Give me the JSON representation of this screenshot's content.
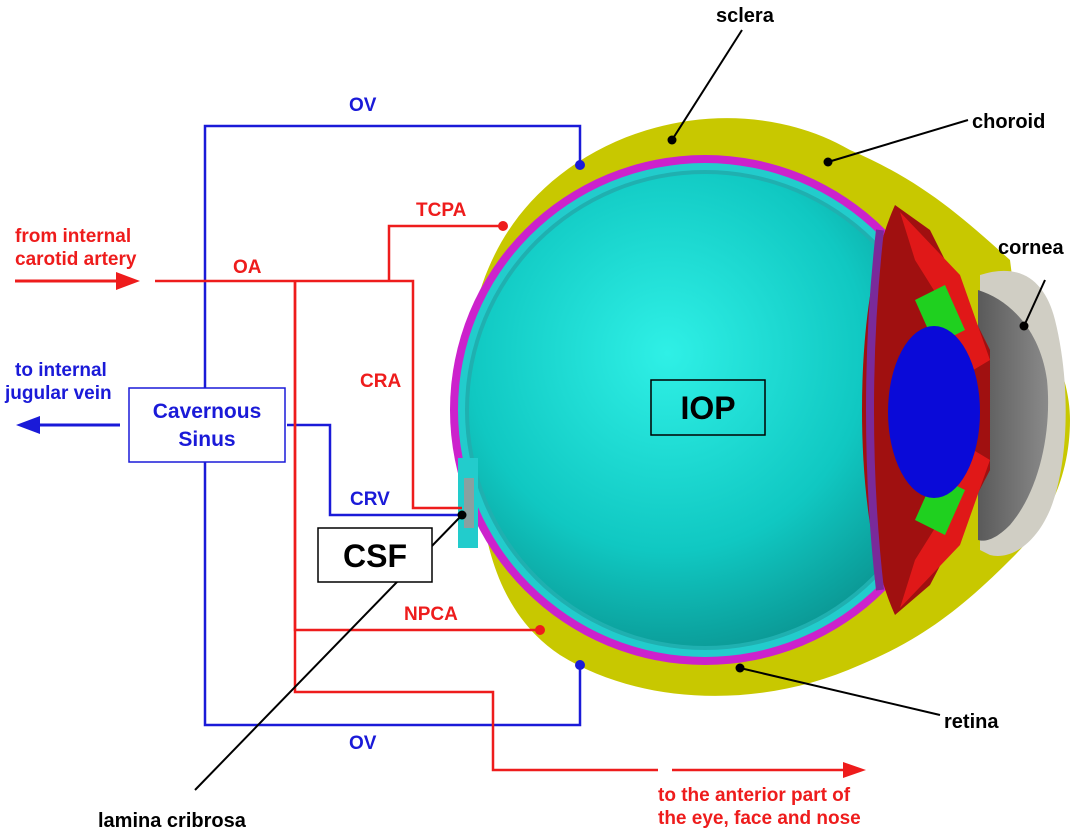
{
  "labels": {
    "sclera": "sclera",
    "choroid": "choroid",
    "cornea": "cornea",
    "retina": "retina",
    "lamina_cribrosa": "lamina cribrosa",
    "iop": "IOP",
    "csf": "CSF"
  },
  "vessels": {
    "ov_top": "OV",
    "ov_bottom": "OV",
    "tcpa": "TCPA",
    "oa": "OA",
    "cra": "CRA",
    "crv": "CRV",
    "npca": "NPCA"
  },
  "inflow": {
    "line1": "from internal",
    "line2": "carotid artery"
  },
  "outflow": {
    "line1": "to internal",
    "line2": "jugular vein"
  },
  "anterior": {
    "line1": "to the anterior part of",
    "line2": "the eye, face and nose"
  },
  "cavernous_sinus": {
    "line1": "Cavernous",
    "line2": "Sinus"
  },
  "colors": {
    "artery": "#ee1c1c",
    "vein": "#1a1ad8",
    "sclera": "#c8c800",
    "choroid": "#cc22cc",
    "retina": "#22cccc",
    "vitreous": "#00c8c0",
    "lens": "#0a0ad8",
    "cornea": "#d0cec4"
  }
}
